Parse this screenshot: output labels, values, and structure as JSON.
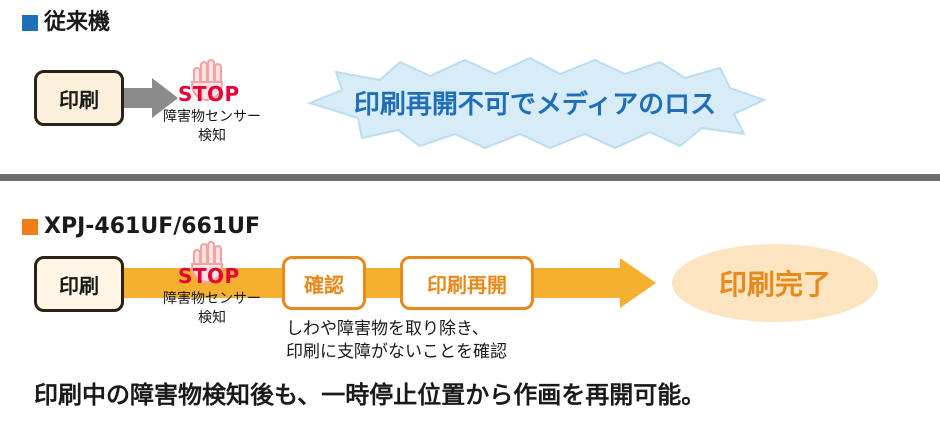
{
  "conventional": {
    "title": "従来機",
    "print_label": "印刷",
    "stop_label": "STOP",
    "sensor_label_1": "障害物センサー",
    "sensor_label_2": "検知",
    "result": "印刷再開不可でメディアのロス"
  },
  "new_model": {
    "title": "XPJ-461UF/661UF",
    "print_label": "印刷",
    "stop_label": "STOP",
    "sensor_label_1": "障害物センサー",
    "sensor_label_2": "検知",
    "confirm_label": "確認",
    "resume_label": "印刷再開",
    "complete_label": "印刷完了",
    "note_1": "しわや障害物を取り除き、",
    "note_2": "印刷に支障がないことを確認"
  },
  "summary": "印刷中の障害物検知後も、一時停止位置から作画を再開可能。",
  "colors": {
    "blue_square": "#1e6fb8",
    "orange_square": "#ef7d1a",
    "stop_red": "#e60033",
    "arrow_gray": "#8a8b8d",
    "arrow_orange": "#f5b030",
    "cloud_blue": "#d8ecf8",
    "complete_bg": "#fbe4bf"
  }
}
